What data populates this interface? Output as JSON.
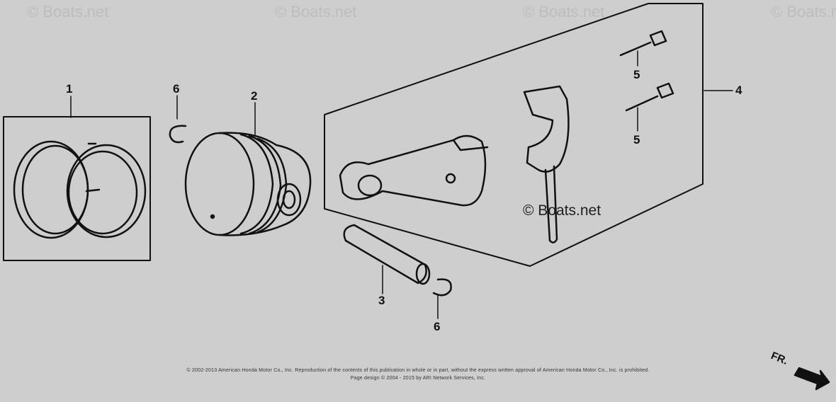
{
  "watermarks": [
    "© Boats.net",
    "© Boats.net",
    "© Boats.net",
    "© Boats.net"
  ],
  "inner_watermark": "© Boats.net",
  "callouts": {
    "piston_ring_set": "1",
    "piston": "2",
    "piston_pin": "3",
    "connecting_rod_assembly": "4",
    "rod_bolt_upper": "5",
    "rod_bolt_lower": "5",
    "pin_clip_upper": "6",
    "pin_clip_lower": "6"
  },
  "footer": {
    "line1": "© 2002-2013 American Honda Motor Co., Inc. Reproduction of the contents of this publication in whole or in part, without the express written approval of American Honda Motor Co., Inc. is prohibited.",
    "line2": "Page design © 2004 - 2015 by ARI Network Services, Inc."
  },
  "direction_marker": "FR.",
  "colors": {
    "background": "#cecece",
    "line": "#111111",
    "watermark": "#bdbdbd"
  }
}
